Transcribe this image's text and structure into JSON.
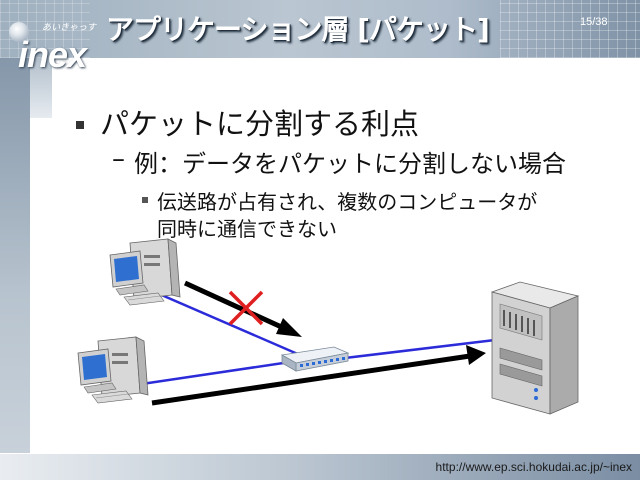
{
  "slide": {
    "title": "アプリケーション層 [パケット]",
    "page_number": "15/38",
    "logo": {
      "text": "inex",
      "subtext": "あいきゃっす"
    },
    "footer_url": "http://www.ep.sci.hokudai.ac.jp/~inex"
  },
  "bullets": {
    "level1": "パケットに分割する利点",
    "level2_marker": "–",
    "level2": "例：データをパケットに分割しない場合",
    "level3_line1": "伝送路が占有され、複数のコンピュータが",
    "level3_line2": "同時に通信できない"
  },
  "diagram": {
    "icons": [
      "desktop-computer-icon",
      "network-switch-icon",
      "server-tower-icon"
    ],
    "colors": {
      "link": "#2b2bd9",
      "arrow": "#000000",
      "blocked_mark": "#e02020"
    }
  }
}
